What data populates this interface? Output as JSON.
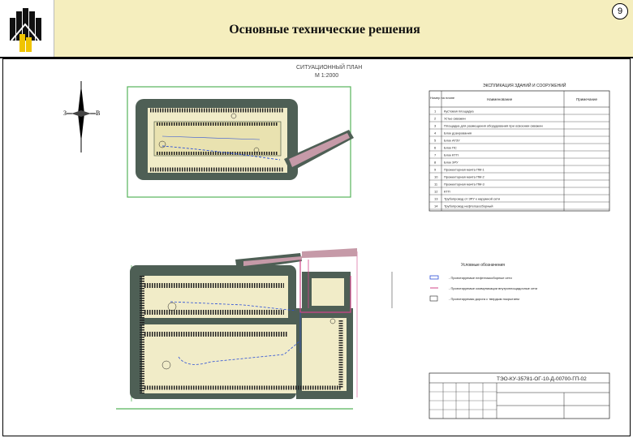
{
  "page": {
    "title": "Основные технические решения",
    "page_number": "9"
  },
  "logo": {
    "name": "company-logo"
  },
  "north_arrow": {
    "west": "З",
    "east": "В"
  },
  "top_plan": {
    "caption_line1": "СИТУАЦИОННЫЙ ПЛАН",
    "caption_line2": "М 1:2000"
  },
  "explication": {
    "title": "ЭКСПЛИКАЦИЯ ЗДАНИЙ И СООРУЖЕНИЙ",
    "headers": [
      "Номер на плане",
      "Наименование",
      "Примечание"
    ],
    "rows": [
      {
        "num": "1",
        "name": "Кустовая площадка"
      },
      {
        "num": "2",
        "name": "Устье скважин"
      },
      {
        "num": "3",
        "name": "Площадка для размещения оборудования при освоении скважин"
      },
      {
        "num": "4",
        "name": "Блок дозирования"
      },
      {
        "num": "5",
        "name": "Блок АГЗУ"
      },
      {
        "num": "6",
        "name": "Блок ПС"
      },
      {
        "num": "7",
        "name": "Блок КТП"
      },
      {
        "num": "8",
        "name": "Блок ЗРУ"
      },
      {
        "num": "9",
        "name": "Прожекторная мачта ПМ-1"
      },
      {
        "num": "10",
        "name": "Прожекторная мачта ПМ-2"
      },
      {
        "num": "11",
        "name": "Прожекторная мачта ПМ-3"
      },
      {
        "num": "12",
        "name": "КТП"
      },
      {
        "num": "13",
        "name": "Трубопровод от ЗРУ к наружной сети"
      },
      {
        "num": "14",
        "name": "Трубопровод нефтегазосборный"
      }
    ]
  },
  "legend": {
    "title": "Условные обозначения",
    "items": [
      "- Проектируемые нефтегазосборные сети",
      "- Проектируемые коммуникации внутриплощадочные сети",
      "- Проектируемая дорога с твердым покрытием"
    ]
  },
  "stamp": {
    "code": "ТЭО-КУ-35781-ОГ-10-Д-00700-ГП-02"
  },
  "colors": {
    "header_bg": "#f5eebe",
    "border_green": "#56b35a",
    "plan_dark": "#4e5f55",
    "pad_fill": "#f1ecc8",
    "pipe_magenta": "#d0458a",
    "pipe_blue": "#2b4fd8"
  }
}
